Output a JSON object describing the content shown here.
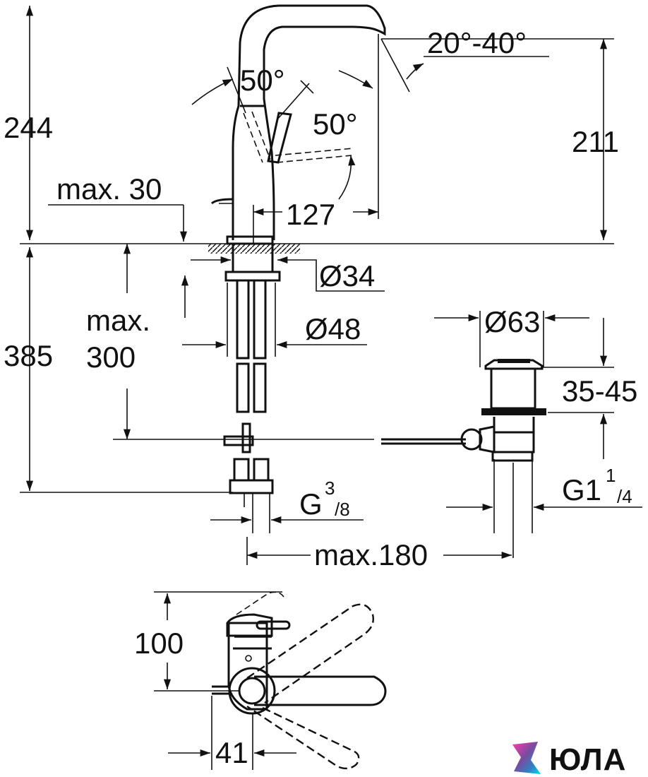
{
  "labels": {
    "h_244": "244",
    "h_211": "211",
    "h_385": "385",
    "angle_50a": "50°",
    "angle_50b": "50°",
    "angle_20_40": "20°-40°",
    "max_30": "max. 30",
    "reach_127": "127",
    "dia_34": "Ø34",
    "dia_48": "Ø48",
    "dia_63": "Ø63",
    "max_word": "max.",
    "max_300": "300",
    "range_35_45": "35-45",
    "g_prefix": "G",
    "g_num": "3",
    "g_den": "/8",
    "g1_prefix": "G1",
    "g1_num": "1",
    "g1_den": "/4",
    "max_180": "max.180",
    "h_100": "100",
    "w_41": "41"
  },
  "brand": {
    "name": "ЮЛА",
    "colors": [
      "#ff3cac",
      "#784ba0",
      "#2b86c5",
      "#00e0ff"
    ]
  }
}
